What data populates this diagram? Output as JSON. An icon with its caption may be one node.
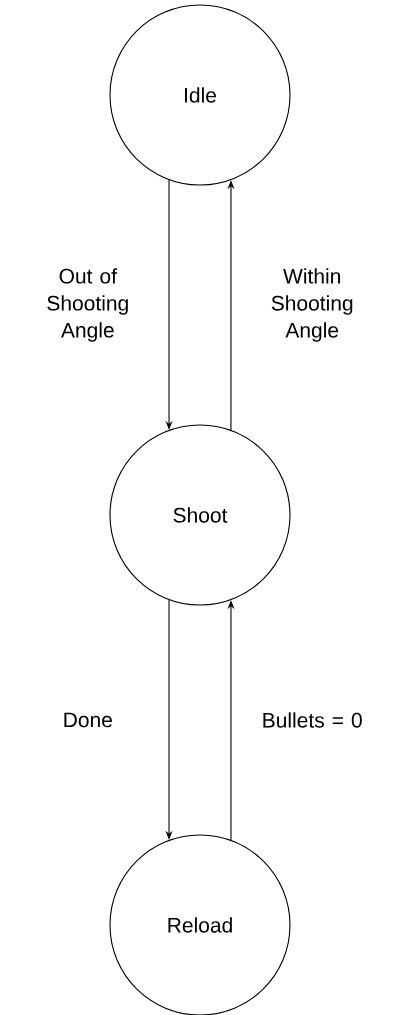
{
  "diagram": {
    "nodes": [
      {
        "text": [
          "Idle"
        ]
      },
      {
        "text": [
          "Shoot"
        ]
      },
      {
        "text": [
          "Reload"
        ]
      }
    ],
    "edges": [
      {
        "from": 0,
        "to": 1,
        "arrow": "to",
        "label": "Out of Shooting Angle"
      },
      {
        "from": 1,
        "to": 0,
        "arrow": "to",
        "label": "Within Shooting Angle"
      },
      {
        "from": 1,
        "to": 2,
        "arrow": "to",
        "label": "Done"
      },
      {
        "from": 2,
        "to": 1,
        "arrow": "to",
        "label": "Bullets = 0"
      }
    ]
  }
}
